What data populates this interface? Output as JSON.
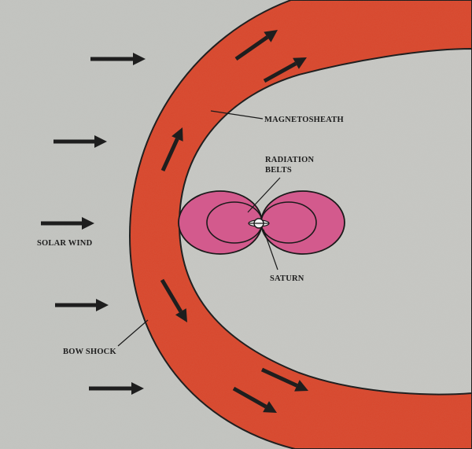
{
  "labels": {
    "magnetosheath": "MAGNETOSHEATH",
    "radiation_belts_line1": "RADIATION",
    "radiation_belts_line2": "BELTS",
    "solar_wind": "SOLAR WIND",
    "saturn": "SATURN",
    "bow_shock": "BOW SHOCK"
  },
  "colors": {
    "background": "#c3c4c0",
    "magnetosheath": "#d9472c",
    "magnetosphere": "#c6c7c3",
    "radiation_belts": "#d35a8d",
    "outline": "#1a1a1a",
    "arrow": "#1e1e1e",
    "planet": "#f2f2f2"
  },
  "icons": {
    "solar_wind_arrow": "right-arrow",
    "flow_arrow": "arrow"
  }
}
